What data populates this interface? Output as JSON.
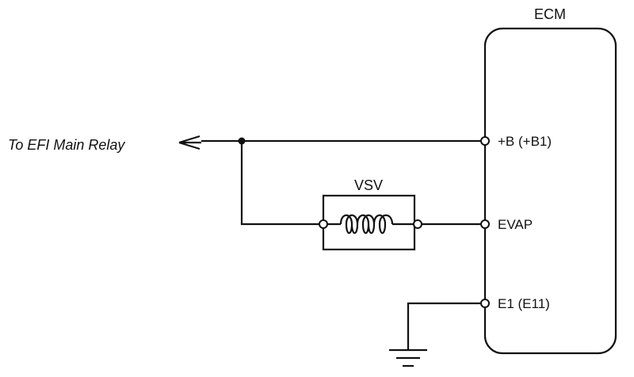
{
  "diagram": {
    "ecm_label": "ECM",
    "relay_label": "To EFI Main Relay",
    "vsv_label": "VSV",
    "pins": {
      "b": "+B (+B1)",
      "evap": "EVAP",
      "e1": "E1 (E11)"
    }
  },
  "colors": {
    "line": "#111111",
    "background": "#ffffff"
  },
  "icons": {
    "coil": "solenoid-coil-icon",
    "ground": "ground-icon",
    "arrow": "arrow-left-icon"
  }
}
